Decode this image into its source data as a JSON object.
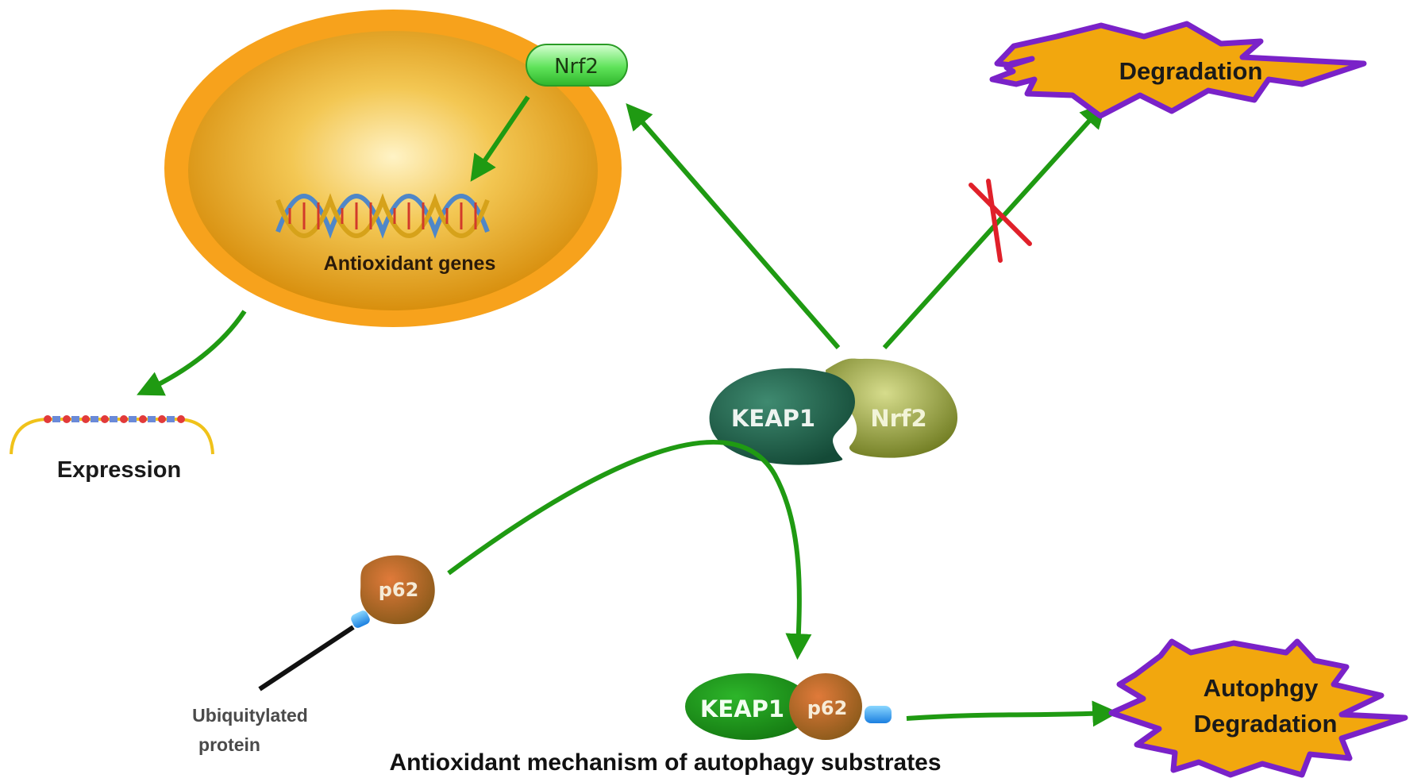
{
  "labels": {
    "nucleus_nrf2": "Nrf2",
    "antioxidant_genes": "Antioxidant genes",
    "expression": "Expression",
    "degradation": "Degradation",
    "keap1_top": "KEAP1",
    "nrf2_top": "Nrf2",
    "p62_left": "p62",
    "ubiquitylated_line1": "Ubiquitylated",
    "ubiquitylated_line2": "protein",
    "keap1_bottom": "KEAP1",
    "p62_bottom": "p62",
    "autophagy_line1": "Autophgy",
    "autophagy_line2": "Degradation",
    "caption": "Antioxidant mechanism of autophagy substrates"
  },
  "colors": {
    "arrow": "#1f9a12",
    "nucleus_outer": "#f7a21c",
    "nucleus_inner": "#e6a31d",
    "star_fill": "#f2a70e",
    "star_stroke": "#7a22c8",
    "inhibit_cross": "#e0202a",
    "keap1": "#1d5a45",
    "nrf2_complex": "#8e9a38",
    "p62": "#b5651d",
    "nrf2_pill": "#5ee05a"
  }
}
